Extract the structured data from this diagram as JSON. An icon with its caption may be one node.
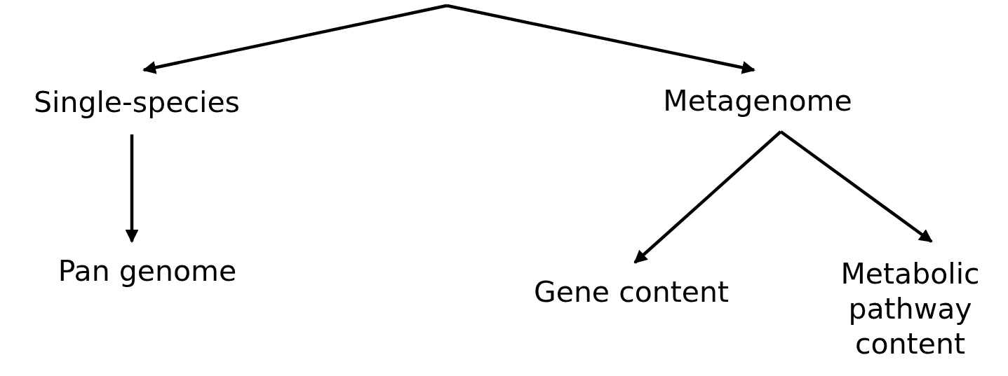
{
  "diagram": {
    "nodes": [
      {
        "text": [
          "Single-species"
        ]
      },
      {
        "text": [
          "Metagenome"
        ]
      },
      {
        "text": [
          "Pan genome"
        ]
      },
      {
        "text": [
          "Gene content"
        ]
      },
      {
        "text": [
          "Metabolic pathway content"
        ]
      }
    ],
    "edges": [
      {
        "from": null,
        "to": 0,
        "arrow": "to"
      },
      {
        "from": null,
        "to": 1,
        "arrow": "to"
      },
      {
        "from": 0,
        "to": 2,
        "arrow": "to"
      },
      {
        "from": 1,
        "to": 3,
        "arrow": "to"
      },
      {
        "from": 1,
        "to": 4,
        "arrow": "to"
      }
    ]
  }
}
